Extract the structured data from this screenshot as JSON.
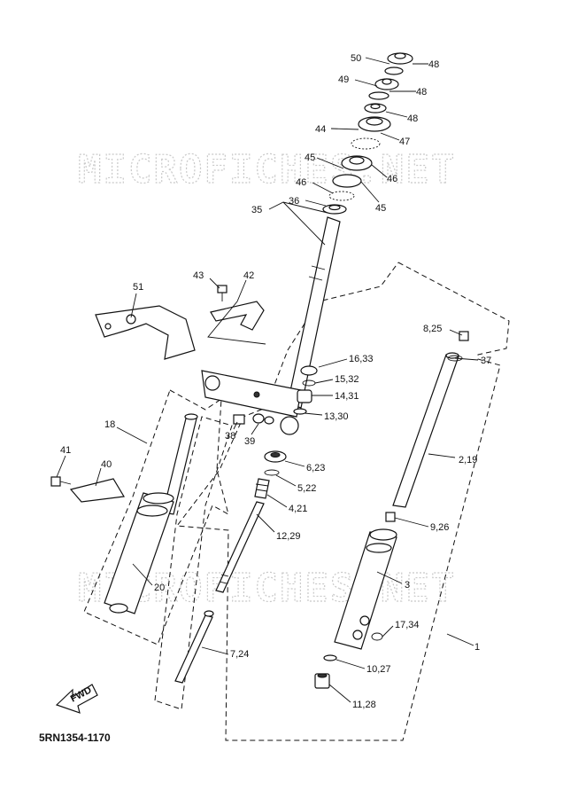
{
  "watermark": "MICROFICHES.NET",
  "diagram_code": "5RN1354-1170",
  "fwd_label": "FWD",
  "labels": {
    "p50": "50",
    "p48a": "48",
    "p49": "49",
    "p48b": "48",
    "p48c": "48",
    "p44": "44",
    "p47": "47",
    "p45a": "45",
    "p46a": "46",
    "p46b": "46",
    "p45b": "45",
    "p36": "36",
    "p35": "35",
    "p51": "51",
    "p43": "43",
    "p42": "42",
    "p8_25": "8,25",
    "p37": "37",
    "p16_33": "16,33",
    "p15_32": "15,32",
    "p14_31": "14,31",
    "p13_30": "13,30",
    "p18": "18",
    "p38": "38",
    "p39": "39",
    "p6_23": "6,23",
    "p41": "41",
    "p40": "40",
    "p2_19": "2,19",
    "p5_22": "5,22",
    "p4_21": "4,21",
    "p9_26": "9,26",
    "p12_29": "12,29",
    "p20": "20",
    "p3": "3",
    "p17_34": "17,34",
    "p1": "1",
    "p7_24": "7,24",
    "p10_27": "10,27",
    "p11_28": "11,28"
  }
}
